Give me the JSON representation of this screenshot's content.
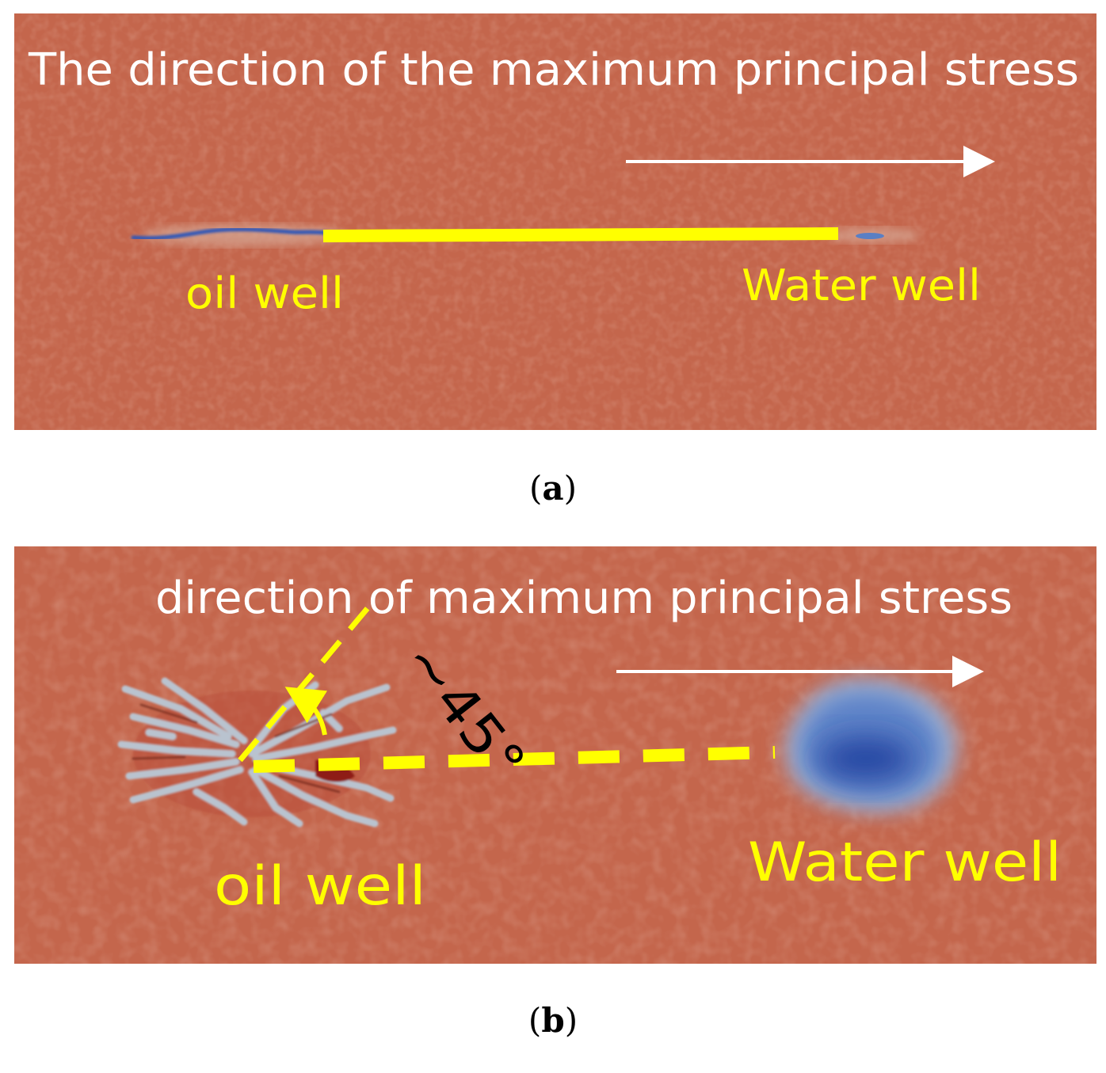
{
  "colors": {
    "rock": "#c4664c",
    "rock_dark": "#a9422f",
    "rock_light": "#d98a6f",
    "fracture_blue": "#2e56b8",
    "fracture_light": "#9fb6d8",
    "accent_yellow": "#ffff00",
    "arrow_white": "#ffffff",
    "angle_text": "#000000"
  },
  "panel_a": {
    "stress_label": "The direction of the maximum principal stress",
    "oil_well_label": "oil well",
    "water_well_label": "Water well",
    "caption_open": "(",
    "caption_letter": "a",
    "caption_close": ")"
  },
  "panel_b": {
    "stress_label": "direction of maximum principal stress",
    "angle_label": "~45°",
    "oil_well_label": "oil well",
    "water_well_label": "Water well",
    "caption_open": "(",
    "caption_letter": "b",
    "caption_close": ")"
  }
}
